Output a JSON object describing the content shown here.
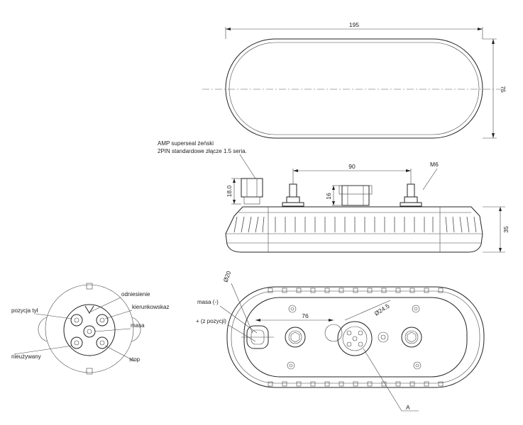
{
  "dimensions": {
    "overall_length": "195",
    "overall_height": "75",
    "connector_height": "18.0",
    "bolt_spacing": "90",
    "socket_depth": "16",
    "body_depth": "35",
    "bolt_thread": "M6",
    "hole_diameter": "Ø20",
    "pin_offset": "76",
    "socket_diameter": "Ø24.5"
  },
  "connector_note": {
    "line1": "AMP superseal żeński",
    "line2": "2PIN standardowe złącze 1.5 seria."
  },
  "labels": {
    "ground": "masa (-)",
    "positive": "+ (z pozycji)",
    "section_mark": "A"
  },
  "pinout": {
    "reference": "odniesienie",
    "turn_signal": "kierunkowskaz",
    "ground": "masa",
    "tail_position": "pozycja tył",
    "unused": "nieużywany",
    "stop": "stop"
  }
}
